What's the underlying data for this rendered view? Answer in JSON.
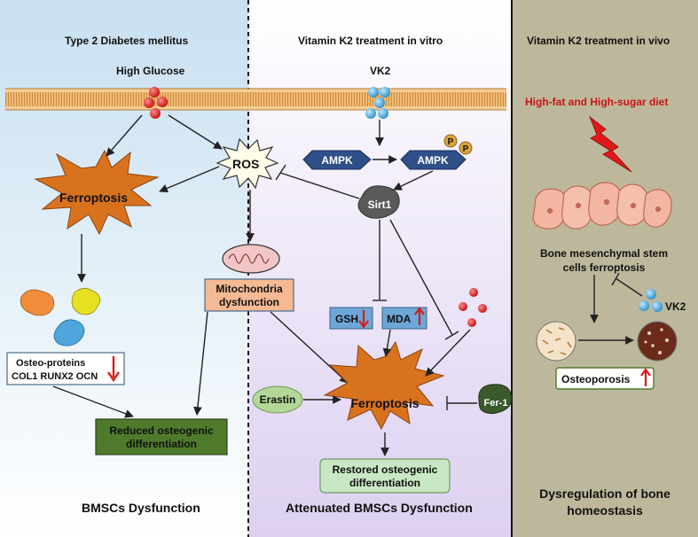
{
  "panels": {
    "left": {
      "heading": "Type 2 Diabetes mellitus",
      "stimulus": "High Glucose",
      "ros": "ROS",
      "ferroptosis": "Ferroptosis",
      "mito": [
        "Mitochondria",
        "dysfunction"
      ],
      "osteo_proteins": [
        "Osteo-proteins",
        "COL1 RUNX2 OCN"
      ],
      "reduced": [
        "Reduced osteogenic",
        "differentiation"
      ],
      "footer": "BMSCs Dysfunction"
    },
    "middle": {
      "heading": "Vitamin K2 treatment in vitro",
      "vk2": "VK2",
      "ampk": "AMPK",
      "ampk_p": "AMPK",
      "p_label": "P",
      "sirt1": "Sirt1",
      "gsh": "GSH",
      "mda": "MDA",
      "erastin": "Erastin",
      "ferroptosis": "Ferroptosis",
      "fer1": "Fer-1",
      "restored": [
        "Restored osteogenic",
        "differentiation"
      ],
      "footer": "Attenuated BMSCs Dysfunction"
    },
    "right": {
      "heading": "Vitamin K2 treatment in vivo",
      "diet": "High-fat and High-sugar diet",
      "bmsc": [
        "Bone mesenchymal stem",
        "cells ferroptosis"
      ],
      "vk2": "VK2",
      "osteoporosis": "Osteoporosis",
      "footer": [
        "Dysregulation of bone",
        "homeostasis"
      ]
    }
  },
  "colors": {
    "left_bg_top": "#cfe4f2",
    "middle_bg_bottom": "#e2d7f3",
    "right_bg": "#bcb79b",
    "membrane": "#f1ba74",
    "ferroptosis": "#d9721d",
    "ampk": "#2f4f88",
    "sirt1": "#5a5a5a",
    "gsh_mda": "#6fa6d8",
    "mito_box": "#f5b993",
    "reduced_box": "#4f7a2b",
    "restored_box": "#c9e7c4",
    "erastin": "#b3d796",
    "fer1": "#3b5a2b",
    "red": "#d71c1c",
    "vk2": "#4fb0e0"
  }
}
